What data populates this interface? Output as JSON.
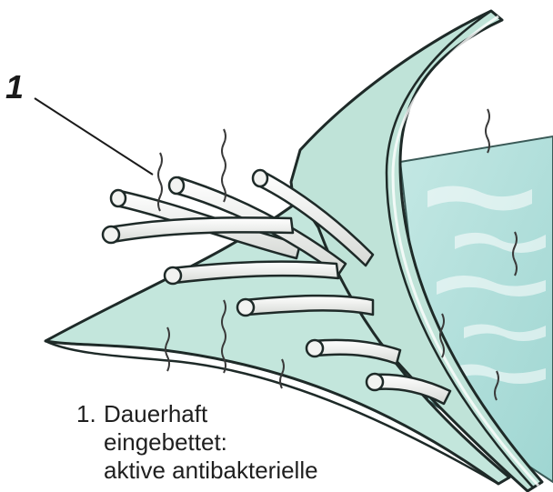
{
  "callout": {
    "number": "1"
  },
  "caption": {
    "number": "1.",
    "lines": [
      "Dauerhaft",
      "eingebettet:",
      "aktive antibakterielle"
    ]
  },
  "colors": {
    "membrane_fill": "#bfe3d8",
    "membrane_outline": "#1e2a28",
    "fluid_fill": "#a7dcd8",
    "fiber_fill": "#f5f6f4"
  }
}
